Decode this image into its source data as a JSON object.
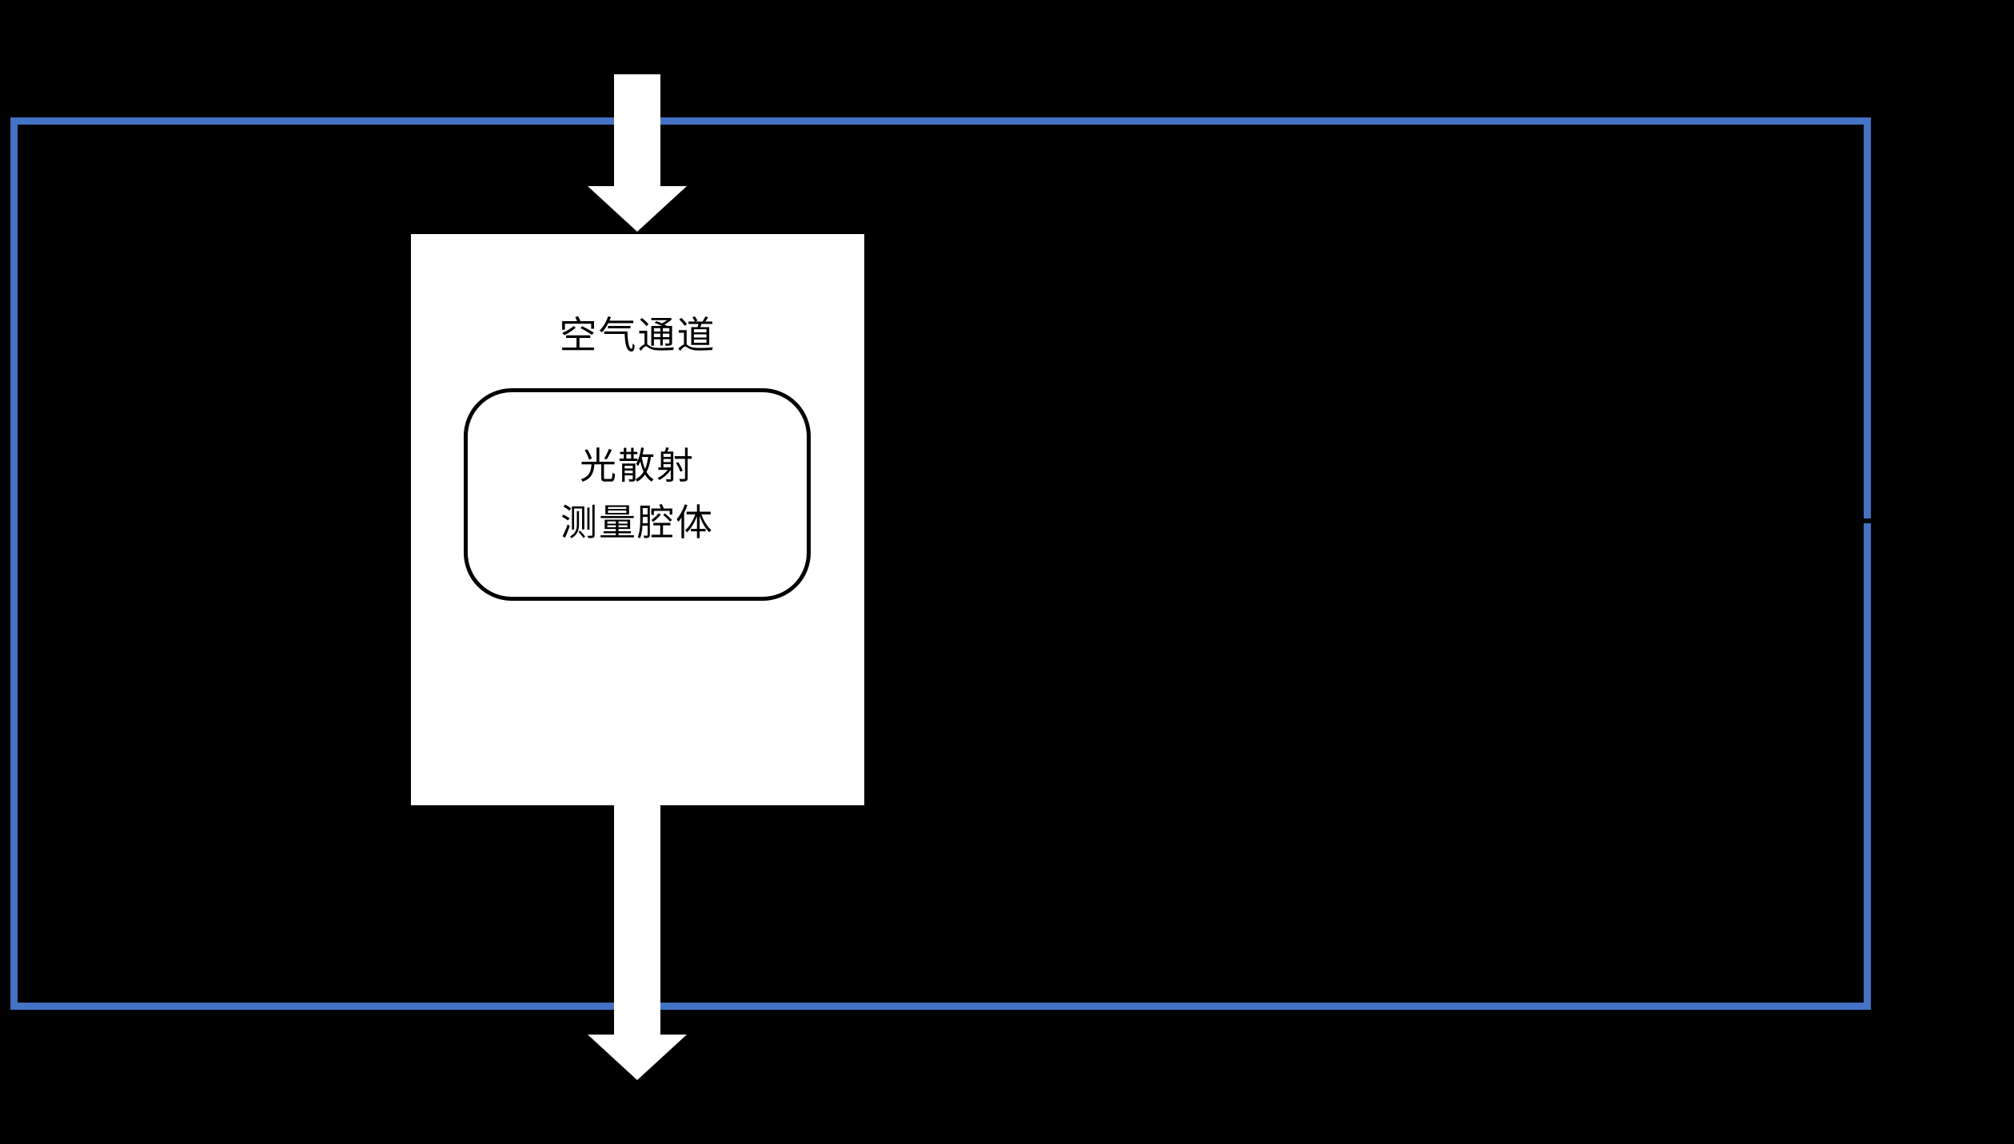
{
  "diagram": {
    "air_channel_label": "空气通道",
    "cavity_label_line1": "光散射",
    "cavity_label_line2": "测量腔体",
    "icons": {
      "inlet_arrow": "down-arrow",
      "outlet_arrow": "down-arrow"
    },
    "colors": {
      "background": "#000000",
      "enclosure_border": "#4472C4",
      "box_fill": "#FFFFFF",
      "arrow_fill": "#FFFFFF",
      "cavity_border": "#000000"
    }
  }
}
